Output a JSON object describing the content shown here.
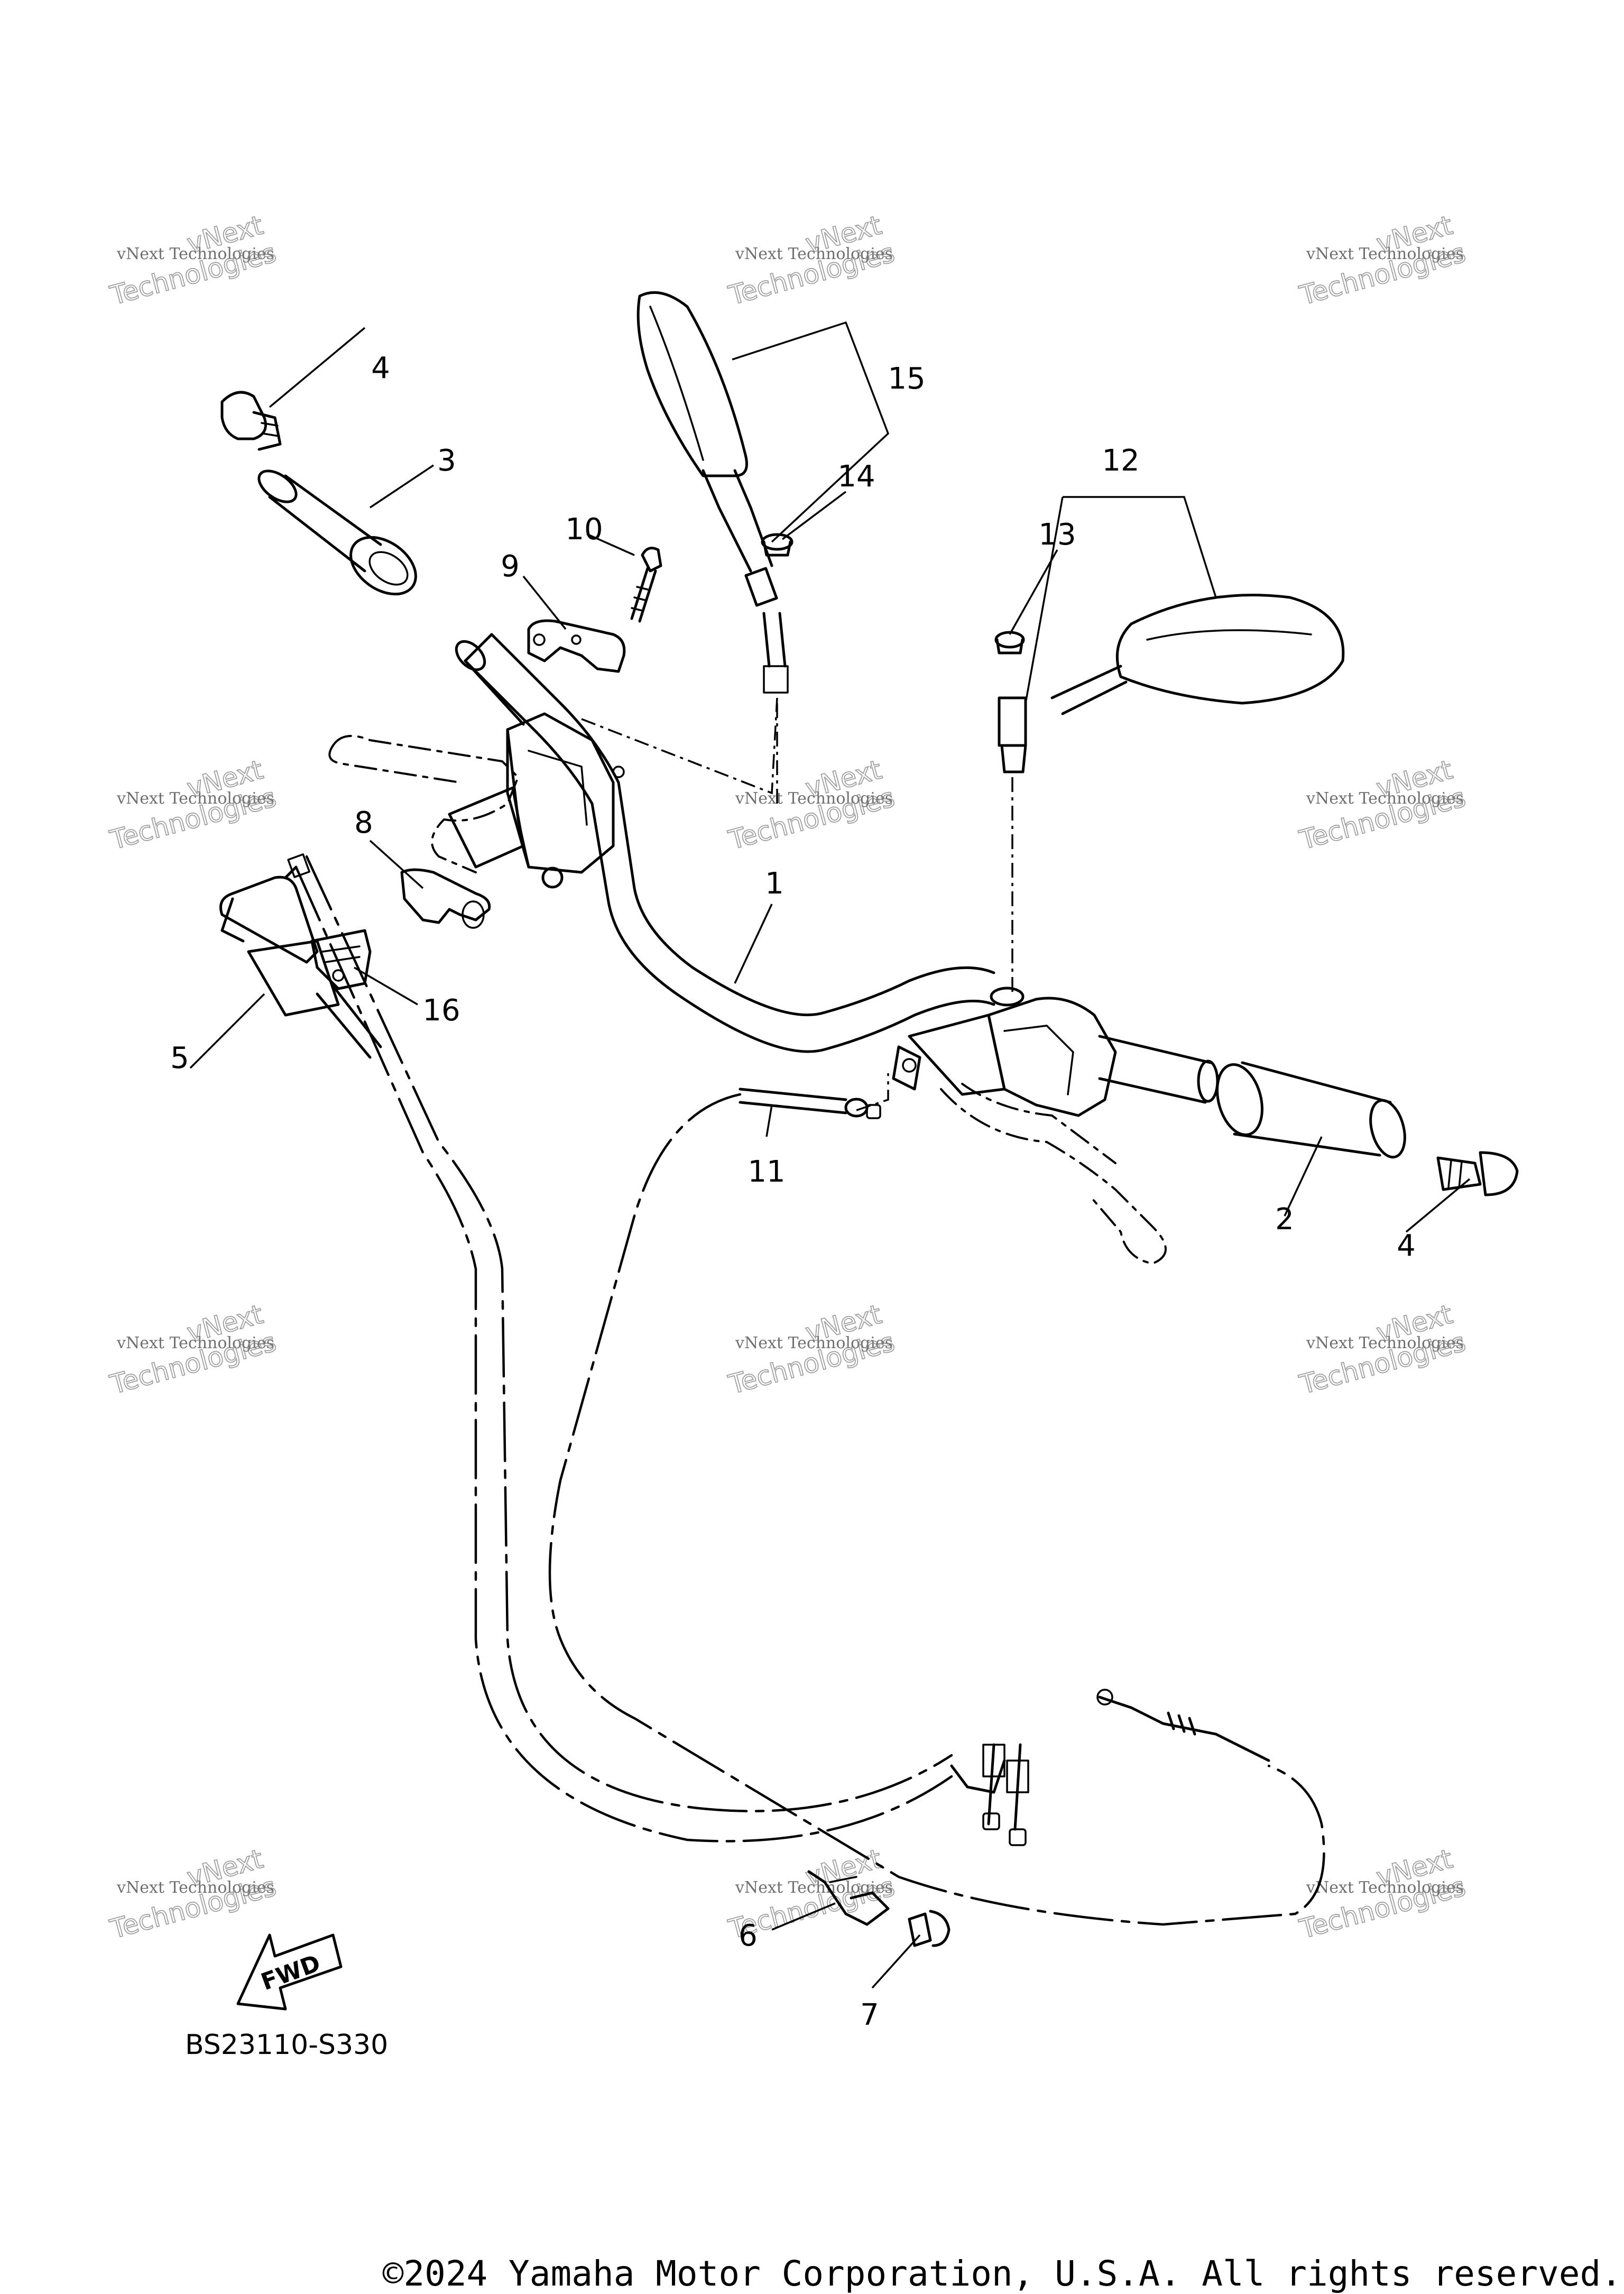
{
  "diagram": {
    "reference_code": "BS23110-S330",
    "fwd_label": "FWD",
    "callouts": [
      "1",
      "2",
      "3",
      "4",
      "4",
      "5",
      "6",
      "7",
      "8",
      "9",
      "10",
      "11",
      "12",
      "13",
      "14",
      "15",
      "16"
    ]
  },
  "watermark": {
    "line1": "vNext Technologies",
    "line2": "vNext",
    "line3": "Technologies"
  },
  "copyright": "©2024 Yamaha Motor Corporation, U.S.A. All rights reserved."
}
